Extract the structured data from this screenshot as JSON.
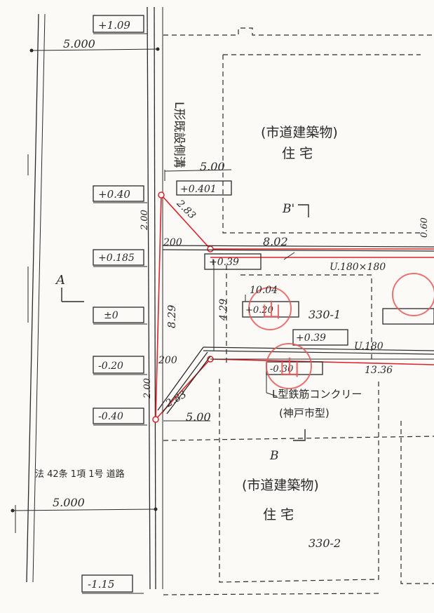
{
  "elevations": {
    "e1": "+1.09",
    "e2": "+0.40",
    "e3": "+0.401",
    "e4": "+0.185",
    "e5": "+0.39",
    "e6": "±0",
    "e7": "+0.20",
    "e8": "+0.39",
    "e9": "-0.20",
    "e10": "-0.30",
    "e11": "-0.40",
    "e12": "-1.15"
  },
  "dimensions": {
    "road_width_top": "5.000",
    "road_width_bottom": "5.000",
    "top_5m": "5.00",
    "bottom_5m": "5.00",
    "slope_top": "2.83",
    "slope_bottom": "2.83",
    "d200_a": "2.00",
    "d200_b": "200",
    "d200_c": "2.00",
    "d200_d": "200",
    "d802": "8.02",
    "d829": "8.29",
    "d429": "4.29",
    "d1004": "10.04",
    "d1336": "13.36",
    "d060": "0.60"
  },
  "labels": {
    "gutter": "L形既設側溝",
    "building_top": "(市道建築物)",
    "house_top": "住 宅",
    "building_bottom": "(市道建築物)",
    "house_bottom": "住 宅",
    "lot_top": "330-1",
    "lot_bottom": "330-2",
    "ugutter_top": "U.180×180",
    "ugutter_mid": "U.180",
    "rc_wall": "L型鉄筋コンクリー",
    "rc_wall_note": "(神戸市型)",
    "road_law": "法 42条 1項 1号 道路",
    "section_a": "A",
    "section_b": "B",
    "section_b_prime": "B'"
  },
  "stamps": [
    "山"
  ]
}
